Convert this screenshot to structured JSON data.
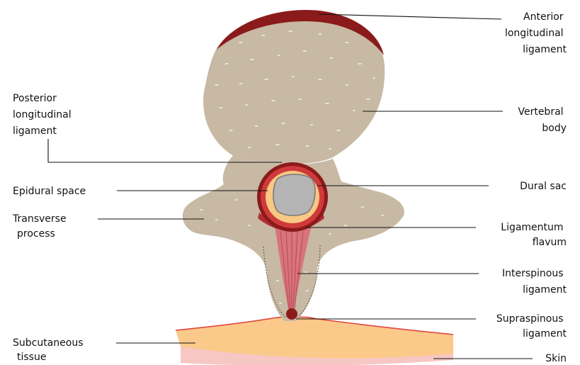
{
  "labels": {
    "anterior_longitudinal_ligament": [
      "Anterior",
      "longitudinal",
      "ligament"
    ],
    "vertebral_body": [
      "Vertebral",
      "body"
    ],
    "posterior_longitudinal_ligament": [
      "Posterior",
      "longitudinal",
      "ligament"
    ],
    "epidural_space": [
      "Epidural space"
    ],
    "dural_sac": [
      "Dural sac"
    ],
    "transverse_process": [
      "Transverse",
      "process"
    ],
    "ligamentum_flavum": [
      "Ligamentum",
      "flavum"
    ],
    "interspinous_ligament": [
      "Interspinous",
      "ligament"
    ],
    "supraspinous_ligament": [
      "Supraspinous",
      "ligament"
    ],
    "subcutaneous_tissue": [
      "Subcutaneous",
      "tissue"
    ],
    "skin": [
      "Skin"
    ]
  },
  "colors": {
    "bone": "#c7b9a4",
    "bone_speckle": "#ede6da",
    "ligament_dark": "#8b1a1a",
    "ligament_red": "#c2343a",
    "ligamentum_flavum": "#b52e35",
    "interspinous": "#d8747c",
    "epidural_fat": "#f9c883",
    "dural_sac": "#b4b4b4",
    "subcutaneous": "#fbc98a",
    "skin": "#f7c7c3",
    "text": "#111111"
  }
}
